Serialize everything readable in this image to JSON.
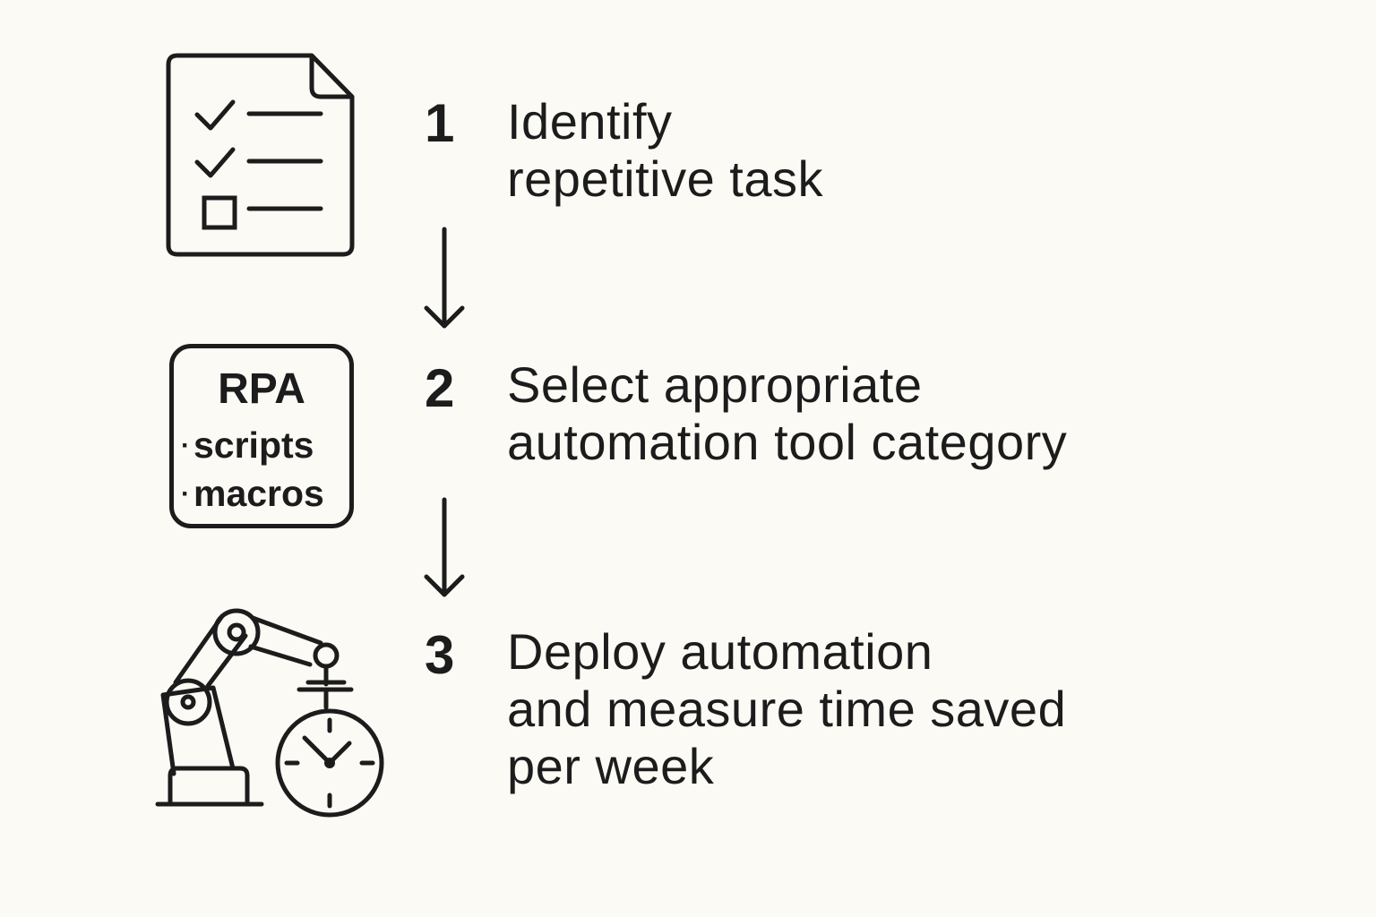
{
  "steps": [
    {
      "number": "1",
      "lines": [
        "Identify",
        "repetitive task"
      ],
      "icon": "checklist-icon"
    },
    {
      "number": "2",
      "lines": [
        "Select appropriate",
        "automation tool category"
      ],
      "icon": "tool-category-icon"
    },
    {
      "number": "3",
      "lines": [
        "Deploy automation",
        "and measure time saved",
        "per week"
      ],
      "icon": "robot-arm-clock-icon"
    }
  ],
  "tool_box": {
    "title": "RPA",
    "items": [
      "scripts",
      "macros"
    ],
    "bullet": "·"
  },
  "colors": {
    "background": "#fbfaf5",
    "ink": "#1c1c1c"
  }
}
